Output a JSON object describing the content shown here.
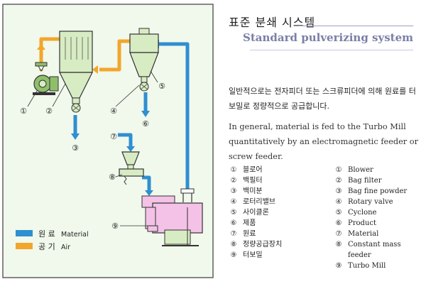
{
  "header": {
    "title_ko": "표준 분쇄 시스템",
    "title_en": "Standard pulverizing system"
  },
  "description": {
    "ko": "일반적으로는 전자피더 또는 스크류피더에 의해 원료를 터보밀로 정량적으로 공급합니다.",
    "en": "In general, material is fed to the Turbo Mill quantitatively by an electromagnetic feeder or screw feeder."
  },
  "legend": {
    "material_ko": "원 료",
    "material_en": "Material",
    "air_ko": "공 기",
    "air_en": "Air",
    "material_color": "#2f8fd0",
    "air_color": "#f2a62b"
  },
  "parts_ko": [
    {
      "num": "①",
      "label": "블로어"
    },
    {
      "num": "②",
      "label": "백필터"
    },
    {
      "num": "③",
      "label": "백미분"
    },
    {
      "num": "④",
      "label": "로터리밸브"
    },
    {
      "num": "⑤",
      "label": "사이클론"
    },
    {
      "num": "⑥",
      "label": "제품"
    },
    {
      "num": "⑦",
      "label": "원료"
    },
    {
      "num": "⑧",
      "label": "정량공급장치"
    },
    {
      "num": "⑨",
      "label": "터보밀"
    }
  ],
  "parts_en": [
    {
      "num": "①",
      "label": "Blower"
    },
    {
      "num": "②",
      "label": "Bag filter"
    },
    {
      "num": "③",
      "label": "Bag fine powder"
    },
    {
      "num": "④",
      "label": "Rotary valve"
    },
    {
      "num": "⑤",
      "label": "Cyclone"
    },
    {
      "num": "⑥",
      "label": "Product"
    },
    {
      "num": "⑦",
      "label": "Material"
    },
    {
      "num": "⑧",
      "label": "Constant mass feeder"
    },
    {
      "num": "⑨",
      "label": "Turbo Mill"
    }
  ],
  "diagram": {
    "callouts": [
      "①",
      "②",
      "③",
      "④",
      "⑤",
      "⑥",
      "⑦",
      "⑧",
      "⑨"
    ],
    "colors": {
      "panel_bg": "#f1f8ec",
      "equipment": "#d8ecc4",
      "mill": "#f3c2e6",
      "material_pipe": "#2f8fd0",
      "air_pipe": "#f2a62b"
    }
  }
}
